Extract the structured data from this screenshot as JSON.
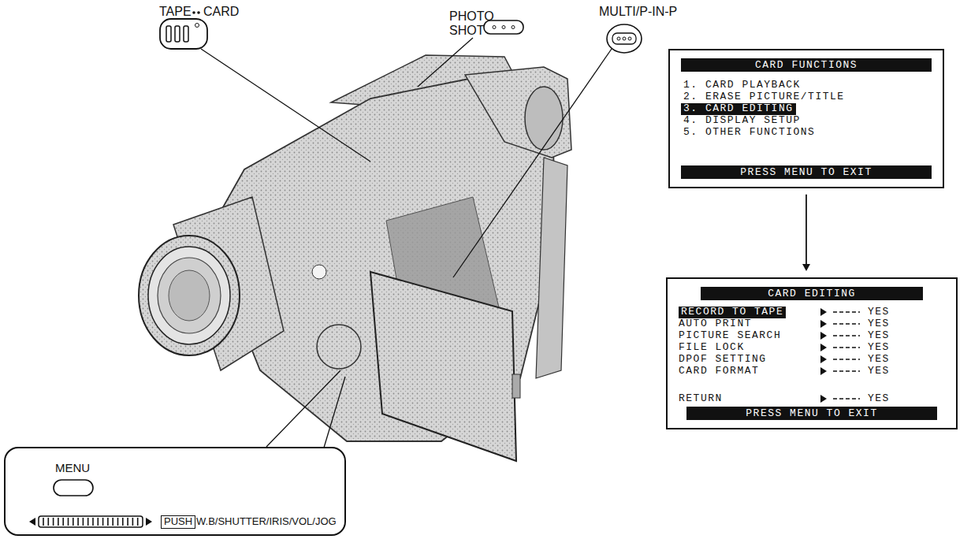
{
  "diagram": {
    "nodes": [
      {
        "text": [
          "CARD FUNCTIONS",
          "1. CARD PLAYBACK",
          "2. ERASE PICTURE/TITLE",
          "3. CARD EDITING",
          "4. DISPLAY SETUP",
          "5. OTHER FUNCTIONS",
          "PRESS MENU TO EXIT"
        ]
      },
      {
        "text": [
          "CARD EDITING",
          "RECORD TO TAPE",
          "YES",
          "AUTO PRINT",
          "YES",
          "PICTURE SEARCH",
          "YES",
          "FILE LOCK",
          "YES",
          "DPOF SETTING",
          "YES",
          "CARD FORMAT",
          "YES",
          "RETURN",
          "YES",
          "PRESS MENU TO EXIT"
        ]
      },
      {
        "text": [
          "MENU",
          "PUSH",
          "W.B/SHUTTER/IRIS/VOL/JOG"
        ]
      }
    ],
    "edges": [
      {
        "from": 0,
        "to": 1,
        "arrow": "to"
      }
    ],
    "labels": [
      "TAPE",
      "CARD",
      "PHOTO SHOT",
      "MULTI/P-IN-P"
    ]
  }
}
